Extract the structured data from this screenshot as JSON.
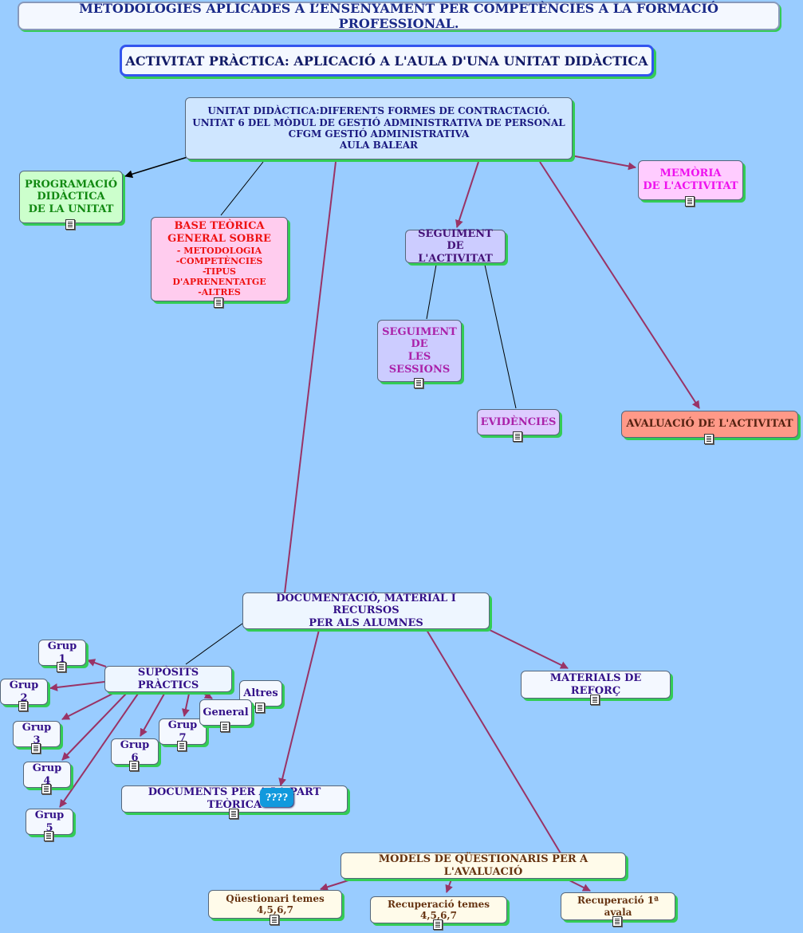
{
  "header": {
    "title": "METODOLOGIES APLICADES A L’ENSENYAMENT PER COMPETÈNCIES A LA FORMACIÓ PROFESSIONAL.",
    "subtitle": "ACTIVITAT PRÀCTICA: APLICACIÓ A L'AULA D'UNA UNITAT DIDÀCTICA"
  },
  "nodes": {
    "unitat": "UNITAT DIDÀCTICA:DIFERENTS FORMES DE CONTRACTACIÓ.\nUNITAT 6 DEL MÒDUL DE GESTIÓ ADMINISTRATIVA DE PERSONAL\nCFGM GESTIÓ ADMINISTRATIVA\nAULA BALEAR",
    "programacio": "PROGRAMACIÓ\nDIDÀCTICA\nDE LA UNITAT",
    "base_title": "BASE TEÒRICA\nGENERAL SOBRE",
    "base_items": "- METODOLOGIA\n-COMPETÈNCIES\n-TIPUS D'APRENENTATGE\n-ALTRES",
    "memoria": "MEMÒRIA\nDE L'ACTIVITAT",
    "seguiment_activitat": "SEGUIMENT DE\nL'ACTIVITAT",
    "seguiment_sessions": "SEGUIMENT\nDE\nLES\nSESSIONS",
    "evidencies": "EVIDÈNCIES",
    "avaluacio": "AVALUACIÓ DE L'ACTIVITAT",
    "documentacio": "DOCUMENTACIÓ, MATERIAL I RECURSOS\nPER ALS ALUMNES",
    "suposits": "SUPÒSITS PRÀCTICS",
    "grup1": "Grup 1",
    "grup2": "Grup 2",
    "grup3": "Grup 3",
    "grup4": "Grup 4",
    "grup5": "Grup 5",
    "grup6": "Grup 6",
    "grup7": "Grup 7",
    "general": "General",
    "altres": "Altres",
    "materials_reforc": "MATERIALS DE REFORÇ",
    "documents_teorica": "DOCUMENTS PER A LA PART TEÒRICA",
    "models": "MODELS DE QÜESTIONARIS PER A L'AVALUACIÓ",
    "questionari": "Qüestionari temes 4,5,6,7",
    "recuperacio_temes": "Recuperació temes 4,5,6,7",
    "recuperacio_1a": "Recuperació 1ª avala"
  },
  "tooltip": "????",
  "colors": {
    "background": "#99ccff",
    "link": "#993366",
    "link_plain": "#111111",
    "title_text": "#1a2a88"
  }
}
